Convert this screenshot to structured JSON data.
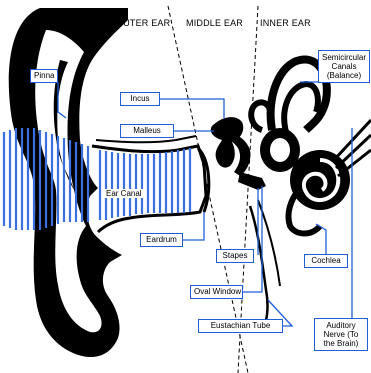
{
  "sections": {
    "outer": "OUTER EAR",
    "middle": "MIDDLE EAR",
    "inner": "INNER EAR"
  },
  "labels": {
    "pinna": "Pinna",
    "incus": "Incus",
    "malleus": "Malleus",
    "ear_canal": "Ear Canal",
    "eardrum": "Eardrum",
    "stapes": "Stapes",
    "oval_window": "Oval Window",
    "eustachian_tube": "Eustachian Tube",
    "semicircular_canals": "Semicircular Canals (Balance)",
    "cochlea": "Cochlea",
    "auditory_nerve": "Auditory Nerve (To the Brain)"
  },
  "colors": {
    "callout_border": "#1f5fd6",
    "callout_line": "#1f5fd6",
    "sound_waves": "#3a6fe0",
    "anatomy_fill": "#000000"
  }
}
